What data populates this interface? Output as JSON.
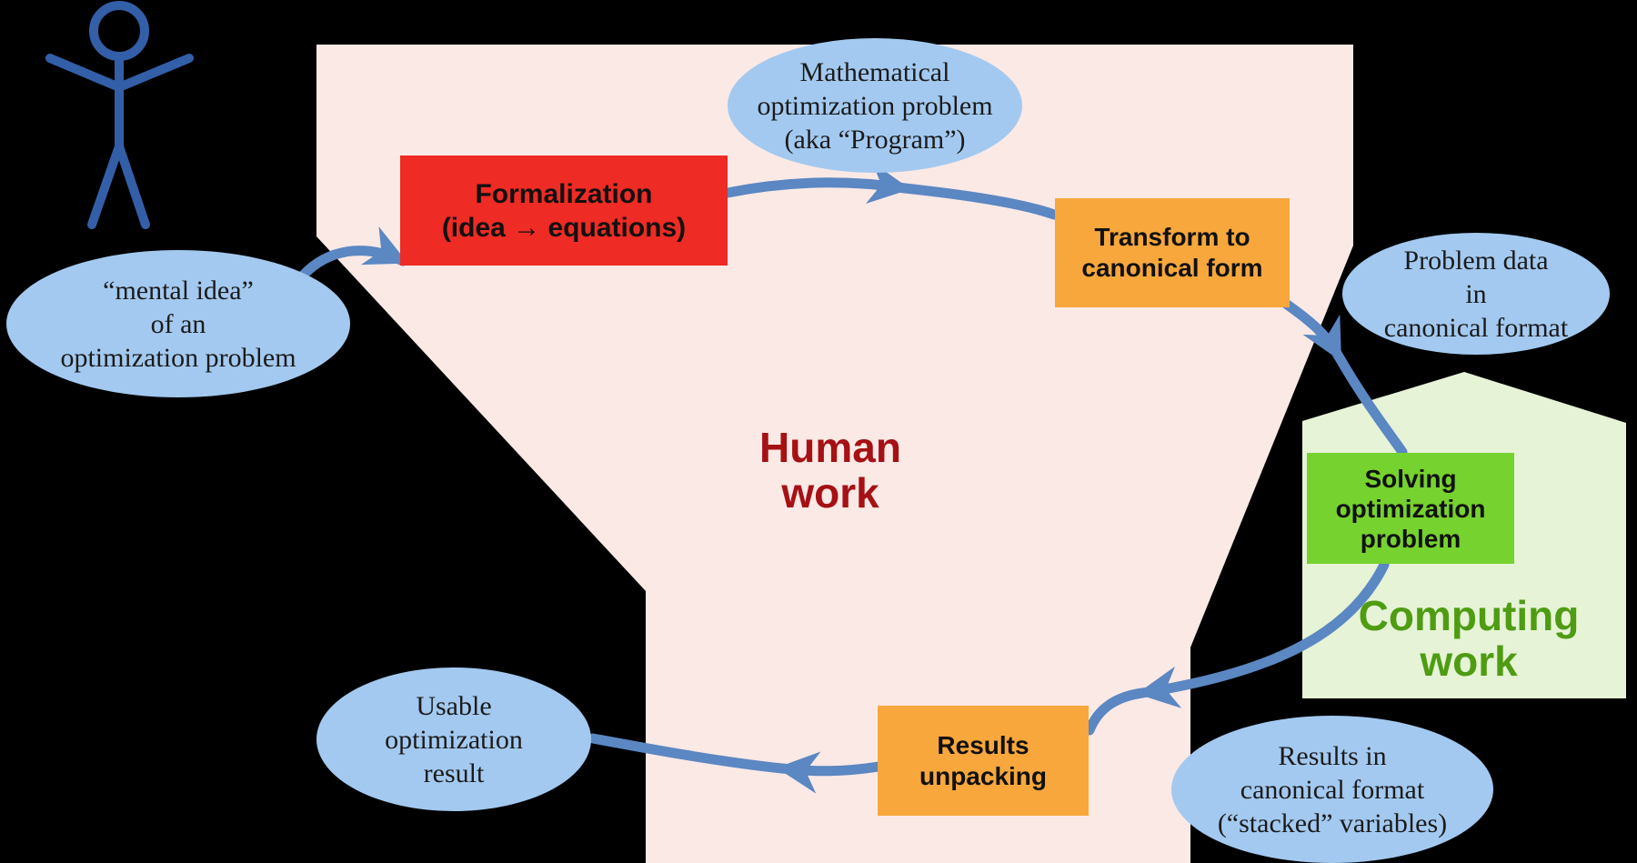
{
  "colors": {
    "background": "#000000",
    "human_region": "#fbe9e6",
    "computing_region": "#e6f3d6",
    "ellipse_fill": "#a3c9f0",
    "arrow": "#5b87c3",
    "figure": "#335fa8",
    "box_red": "#ee2b24",
    "box_orange": "#f7a73c",
    "box_green": "#76d22e",
    "human_label_color": "#a51114",
    "computing_label_color": "#4f9c13",
    "box_text": "#111111",
    "ellipse_text": "#1b1b1b"
  },
  "regions": {
    "human": {
      "line1": "Human",
      "line2": "work"
    },
    "computing": {
      "line1": "Computing",
      "line2": "work"
    }
  },
  "boxes": {
    "formalization": {
      "line1": "Formalization",
      "line2": "(idea → equations)"
    },
    "transform": {
      "line1": "Transform to",
      "line2": "canonical form"
    },
    "solving": {
      "line1": "Solving",
      "line2": "optimization",
      "line3": "problem"
    },
    "unpacking": {
      "line1": "Results",
      "line2": "unpacking"
    }
  },
  "ellipses": {
    "mental_idea": {
      "line1": "“mental idea”",
      "line2": "of an",
      "line3": "optimization problem"
    },
    "math_problem": {
      "line1": "Mathematical",
      "line2": "optimization problem",
      "line3": "(aka “Program”)"
    },
    "problem_data": {
      "line1": "Problem data",
      "line2": "in",
      "line3": "canonical format"
    },
    "results_canonical": {
      "line1": "Results in",
      "line2": "canonical format",
      "line3": "(“stacked” variables)"
    },
    "usable_result": {
      "line1": "Usable",
      "line2": "optimization",
      "line3": "result"
    }
  }
}
